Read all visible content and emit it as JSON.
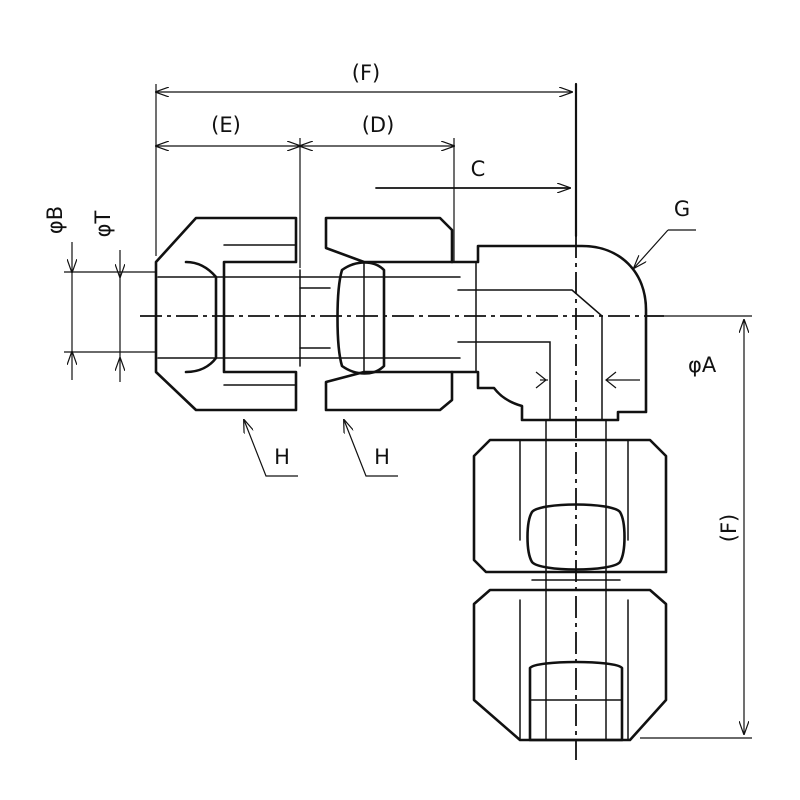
{
  "labels": {
    "F": "(F)",
    "E": "(E)",
    "D": "(D)",
    "C": "C",
    "G": "G",
    "B": "φB",
    "T": "φT",
    "A": "φA",
    "H": "H",
    "F_vertical": "(F)"
  }
}
